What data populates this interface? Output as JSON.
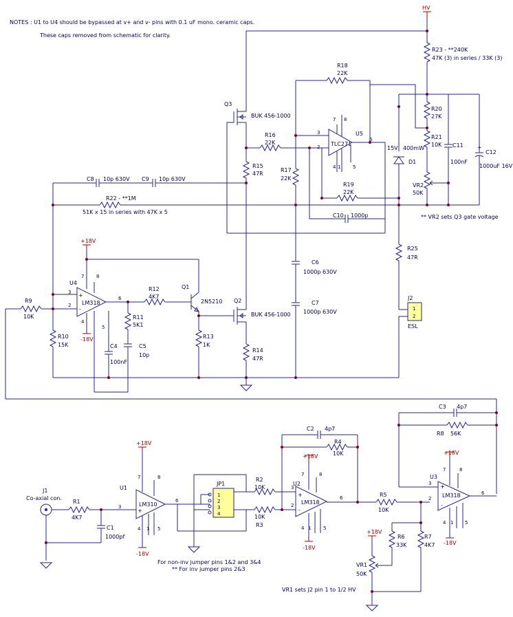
{
  "notes": {
    "line1": "NOTES : U1 to U4 should be bypassed at v+ and v- pins with 0.1 uF mono. ceramic caps.",
    "line2": "These caps removed from schematic for clarity."
  },
  "supply": {
    "hv": "HV",
    "pos18": "+18V",
    "neg18": "-18V"
  },
  "components": {
    "R23": {
      "ref": "R23 - **240K",
      "value": "47K (3) in series / 33K (3)"
    },
    "R20": {
      "ref": "R20",
      "value": "27K"
    },
    "R21": {
      "ref": "R21",
      "value": "10K"
    },
    "VR2": {
      "ref": "VR2",
      "value": "50K"
    },
    "C11": {
      "ref": "C11",
      "value": "100nF"
    },
    "C12": {
      "ref": "C12",
      "value": "1000uF 16V"
    },
    "D1": {
      "ref": "D1",
      "zener": "15V",
      "power": "400mW"
    },
    "R18": {
      "ref": "R18",
      "value": "22K"
    },
    "R19": {
      "ref": "R19",
      "value": "22K"
    },
    "R16": {
      "ref": "R16",
      "value": "22K"
    },
    "R17": {
      "ref": "R17",
      "value": "22K"
    },
    "U5": {
      "ref": "U5",
      "part": "TLC271"
    },
    "C10": {
      "ref": "C10",
      "value": "1000p"
    },
    "Q3": {
      "ref": "Q3",
      "part": "BUK 456-1000"
    },
    "Q2": {
      "ref": "Q2",
      "part": "BUK 456-1000"
    },
    "R15": {
      "ref": "R15",
      "value": "47R"
    },
    "R14": {
      "ref": "R14",
      "value": "47R"
    },
    "C8": {
      "ref": "C8",
      "value": "10p 630V"
    },
    "C9": {
      "ref": "C9",
      "value": "10p 630V"
    },
    "R22": {
      "ref": "R22 - **1M",
      "value": "51K x 15 in series with 47K x 5"
    },
    "R25": {
      "ref": "R25",
      "value": "47R"
    },
    "C6": {
      "ref": "C6",
      "value": "1000p 630V"
    },
    "C7": {
      "ref": "C7",
      "value": "1000p 630V"
    },
    "J2": {
      "ref": "J2",
      "name": "ESL",
      "pin1": "1",
      "pin2": "2"
    },
    "U4": {
      "ref": "U4",
      "part": "LM318"
    },
    "R9": {
      "ref": "R9",
      "value": "10K"
    },
    "R10": {
      "ref": "R10",
      "value": "15K"
    },
    "R11": {
      "ref": "R11",
      "value": "5K1"
    },
    "R12": {
      "ref": "R12",
      "value": "4K7"
    },
    "Q1": {
      "ref": "Q1",
      "part": "2N5210"
    },
    "R13": {
      "ref": "R13",
      "value": "1K"
    },
    "C4": {
      "ref": "C4",
      "value": "100nF"
    },
    "C5": {
      "ref": "C5",
      "value": "10p"
    },
    "J1": {
      "ref": "J1",
      "name": "Co-axial con."
    },
    "R1": {
      "ref": "R1",
      "value": "4K7"
    },
    "C1": {
      "ref": "C1",
      "value": "1000pf"
    },
    "U1": {
      "ref": "U1",
      "part": "LM310"
    },
    "JP1": {
      "ref": "JP1",
      "pins": [
        "1",
        "2",
        "3",
        "4"
      ]
    },
    "R2": {
      "ref": "R2",
      "value": "10K"
    },
    "R3": {
      "ref": "R3",
      "value": "10K"
    },
    "U2": {
      "ref": "U2",
      "part": "LM318"
    },
    "C2": {
      "ref": "C2",
      "value": "4p7"
    },
    "R4": {
      "ref": "R4",
      "value": "10K"
    },
    "R5": {
      "ref": "R5",
      "value": "10K"
    },
    "U3": {
      "ref": "U3",
      "part": "LM318"
    },
    "C3": {
      "ref": "C3",
      "value": "4p7"
    },
    "R8": {
      "ref": "R8",
      "value": "56K"
    },
    "R6": {
      "ref": "R6",
      "value": "33K"
    },
    "R7": {
      "ref": "R7",
      "value": "4K7"
    },
    "VR1": {
      "ref": "VR1",
      "value": "50K"
    }
  },
  "pin_labels": {
    "p1": "1",
    "p2": "2",
    "p3": "3",
    "p4": "4",
    "p5": "5",
    "p6": "6",
    "p7": "7",
    "p8": "8",
    "plus": "+",
    "minus": "-"
  },
  "annotations": {
    "vr2_note": "** VR2 sets Q3 gate voltage",
    "jp_note1": "For non-inv jumper pins 1&2 and 3&4",
    "jp_note2": "** For inv jumper pins 2&3",
    "vr1_note": "VR1 sets J2 pin 1 to 1/2 HV"
  }
}
